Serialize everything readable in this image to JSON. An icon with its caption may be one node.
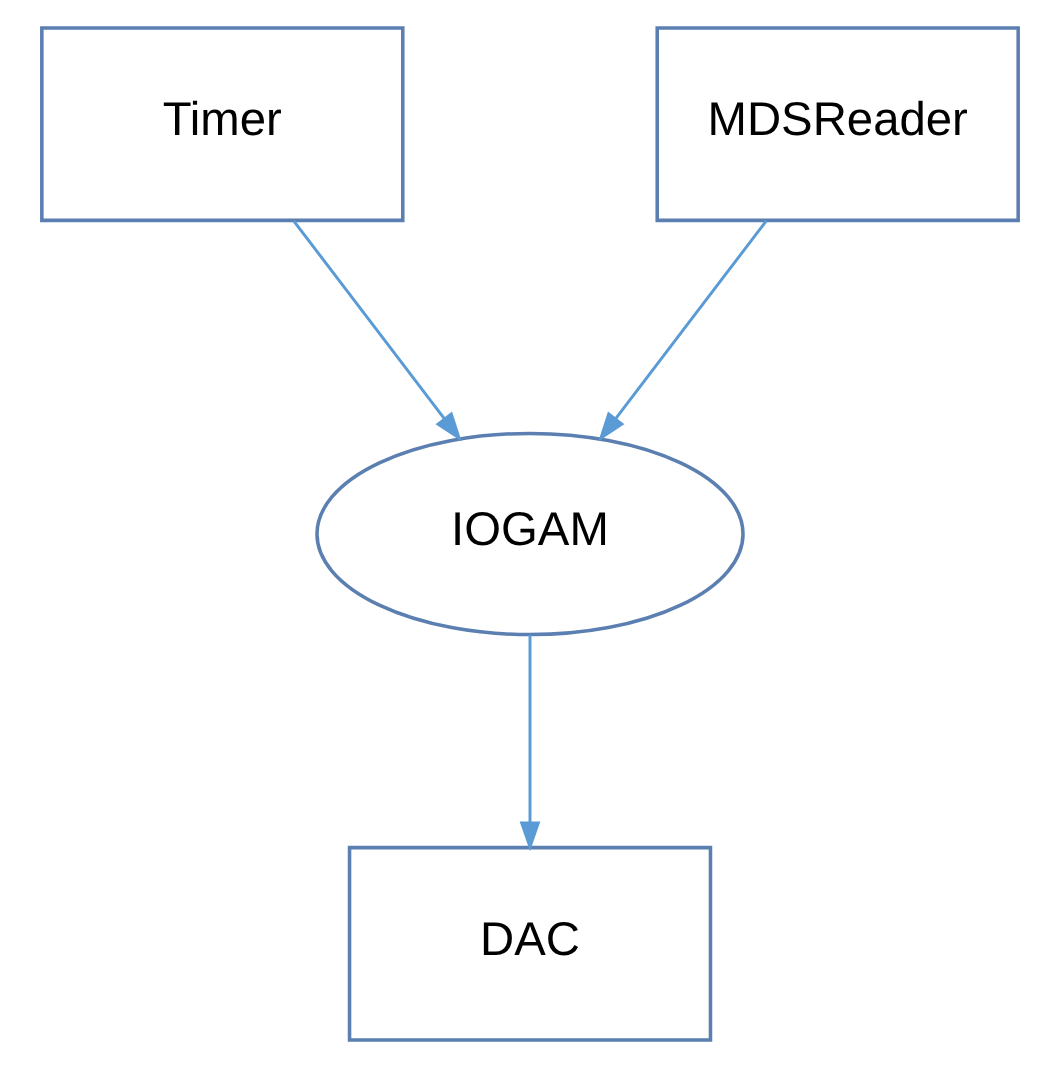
{
  "diagram": {
    "nodes": [
      {
        "text": [
          "Timer"
        ]
      },
      {
        "text": [
          "MDSReader"
        ]
      },
      {
        "text": [
          "IOGAM"
        ]
      },
      {
        "text": [
          "DAC"
        ]
      }
    ],
    "edges": [
      {
        "from": 0,
        "to": 2,
        "arrow": "to"
      },
      {
        "from": 1,
        "to": 2,
        "arrow": "to"
      },
      {
        "from": 2,
        "to": 3,
        "arrow": "to"
      }
    ]
  }
}
